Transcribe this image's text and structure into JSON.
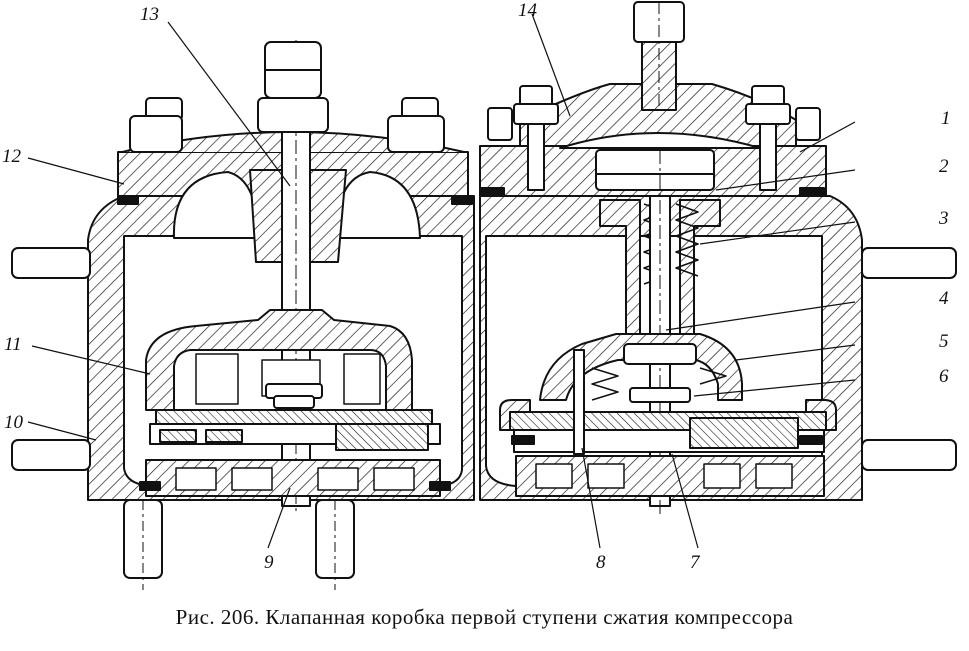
{
  "figure": {
    "caption": "Рис. 206. Клапанная коробка первой ступени сжатия компрессора"
  },
  "labels": {
    "l1": "1",
    "l2": "2",
    "l3": "3",
    "l4": "4",
    "l5": "5",
    "l6": "6",
    "l7": "7",
    "l8": "8",
    "l9": "9",
    "l10": "10",
    "l11": "11",
    "l12": "12",
    "l13": "13",
    "l14": "14"
  },
  "colors": {
    "ink": "#111111",
    "paper": "#ffffff"
  }
}
